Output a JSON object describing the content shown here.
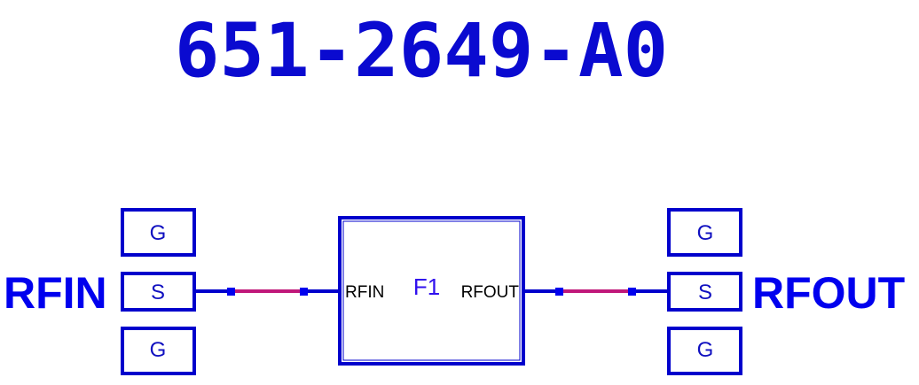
{
  "title": "651-2649-A0",
  "left_port": "RFIN",
  "right_port": "RFOUT",
  "pads": {
    "left_top": "G",
    "left_mid": "S",
    "left_bot": "G",
    "right_top": "G",
    "right_mid": "S",
    "right_bot": "G"
  },
  "component": {
    "ref": "F1",
    "pin_in": "RFIN",
    "pin_out": "RFOUT"
  },
  "colors": {
    "wire": "#0000cc",
    "trace": "#c0187a",
    "text": "#0000ee"
  }
}
